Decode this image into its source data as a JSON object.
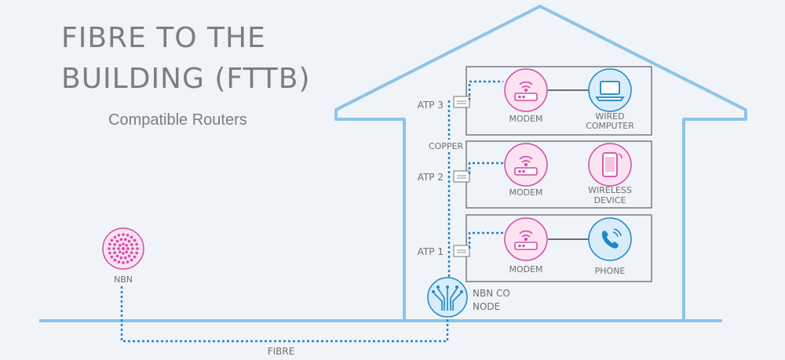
{
  "title": {
    "line1": "FIBRE TO THE",
    "line2": "BUILDING (FTTB)",
    "subtitle": "Compatible Routers"
  },
  "nbn": {
    "label": "NBN"
  },
  "fibre_label": "FIBRE",
  "copper_label": "COPPER",
  "node": {
    "line1": "NBN CO",
    "line2": "NODE"
  },
  "floors": [
    {
      "atp": "ATP 3",
      "modem": "MODEM",
      "device_line1": "WIRED",
      "device_line2": "COMPUTER",
      "device_icon": "laptop-icon"
    },
    {
      "atp": "ATP 2",
      "modem": "MODEM",
      "device_line1": "WIRELESS",
      "device_line2": "DEVICE",
      "device_icon": "smartphone-icon"
    },
    {
      "atp": "ATP 1",
      "modem": "MODEM",
      "device_line1": "PHONE",
      "device_line2": "",
      "device_icon": "phone-icon"
    }
  ],
  "colors": {
    "house": "#8ec3ea",
    "accent_blue": "#1f86c8",
    "pink": "#d44aa8",
    "pink_fill": "#fbe3f1",
    "blue_fill": "#d8ecfa",
    "text": "#6f6f6f",
    "room_border": "#7a7a7a"
  }
}
